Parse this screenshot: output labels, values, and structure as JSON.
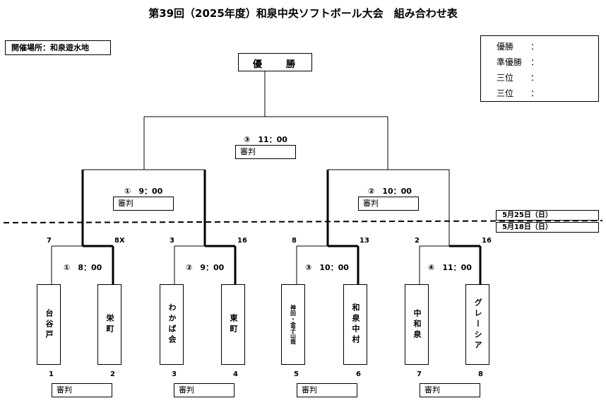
{
  "title": "第39回（2025年度）和泉中央ソフトボール大会　組み合わせ表",
  "venue": "開催場所：和泉遊水地",
  "results": [
    {
      "label": "優勝",
      "value": "："
    },
    {
      "label": "準優勝",
      "value": "："
    },
    {
      "label": "三位",
      "value": "："
    },
    {
      "label": "三位",
      "value": "："
    }
  ],
  "champion": {
    "left": "優",
    "right": "勝"
  },
  "umpire_label": "審判",
  "final_game": "③　11：00",
  "semis": [
    "①　9：00",
    "②　10：00"
  ],
  "dates": {
    "upper": "5月25日（日）",
    "lower": "5月18日（日）"
  },
  "first_round": [
    {
      "game": "①　8：00",
      "score_left": "7",
      "score_right": "8X"
    },
    {
      "game": "②　9：00",
      "score_left": "3",
      "score_right": "16"
    },
    {
      "game": "③　10：00",
      "score_left": "8",
      "score_right": "13"
    },
    {
      "game": "④　11：00",
      "score_left": "2",
      "score_right": "16"
    }
  ],
  "teams": [
    {
      "name": "台谷戸",
      "seed": "1"
    },
    {
      "name": "栄町",
      "seed": "2"
    },
    {
      "name": "わかば会",
      "seed": "3"
    },
    {
      "name": "東町",
      "seed": "4"
    },
    {
      "name": "神田・金子山南",
      "seed": "5"
    },
    {
      "name": "和泉中村",
      "seed": "6"
    },
    {
      "name": "中和泉",
      "seed": "7"
    },
    {
      "name": "グレーシア",
      "seed": "8"
    }
  ]
}
